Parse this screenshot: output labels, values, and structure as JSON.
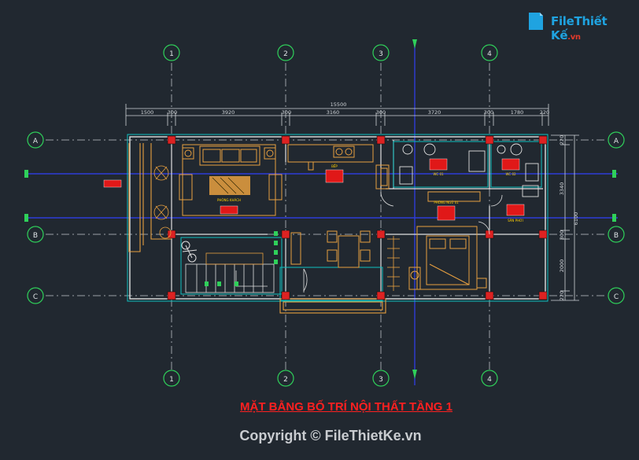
{
  "logo": {
    "text_main": "File",
    "text_accent": "Thiết Kế",
    "text_suffix": ".vn"
  },
  "title": "MẶT BẰNG BỐ TRÍ NỘI THẤT TẦNG 1",
  "copyright": "Copyright © FileThietKe.vn",
  "axes_top": [
    "1",
    "2",
    "3",
    "4"
  ],
  "axes_bottom": [
    "1",
    "2",
    "3",
    "4"
  ],
  "axes_left": [
    "A",
    "B",
    "C"
  ],
  "axes_right": [
    "A",
    "B",
    "C"
  ],
  "dim_total": "15500",
  "dims_top": [
    "1500",
    "300",
    "3920",
    "300",
    "3160",
    "300",
    "3720",
    "300",
    "1780",
    "220"
  ],
  "dims_right": [
    "220",
    "3340",
    "300",
    "2000",
    "220"
  ],
  "dim_right_total": "6100",
  "rooms": [
    "PHÒNG KHÁCH",
    "BẾP",
    "WC 01",
    "WC 02",
    "PHÒNG NGỦ 01",
    "SÂN PHƠI"
  ],
  "colors": {
    "background": "#212830",
    "grid": "#9aa0a6",
    "axis_bubble": "#2fd05a",
    "wall": "#e0e0e0",
    "furniture": "#e8a040",
    "blue_line": "#2e3cd8",
    "title": "#ff2020",
    "logo_blue": "#1fa3e0",
    "logo_red": "#e23a2b"
  }
}
